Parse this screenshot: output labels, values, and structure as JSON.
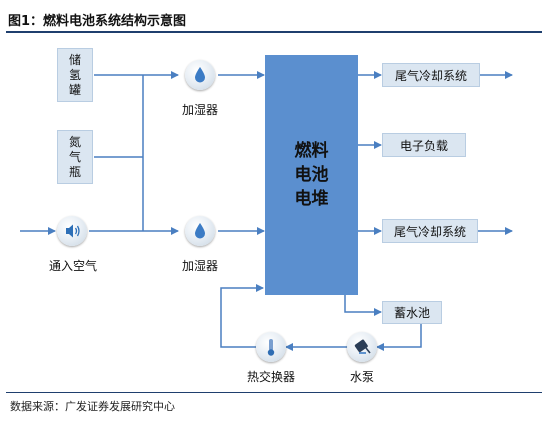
{
  "header": {
    "title": "图1：燃料电池系统结构示意图"
  },
  "diagram": {
    "hydrogen_tank": "储\n氢\n罐",
    "nitrogen_bottle": "氮\n气\n瓶",
    "air_inlet": "通入空气",
    "humidifier_top": "加湿器",
    "humidifier_bottom": "加湿器",
    "fuel_cell_stack": "燃料\n电池\n电堆",
    "tail_gas_cooling_top": "尾气冷却系统",
    "electronic_load": "电子负载",
    "tail_gas_cooling_bottom": "尾气冷却系统",
    "reservoir": "蓄水池",
    "heat_exchanger": "热交换器",
    "water_pump": "水泵"
  },
  "footer": {
    "source": "数据来源：广发证券发展研究中心"
  },
  "colors": {
    "arrow": "#4a7fc1",
    "stack": "#5b8fcf",
    "box": "#dbe6f1",
    "rule": "#1f3f6e"
  }
}
